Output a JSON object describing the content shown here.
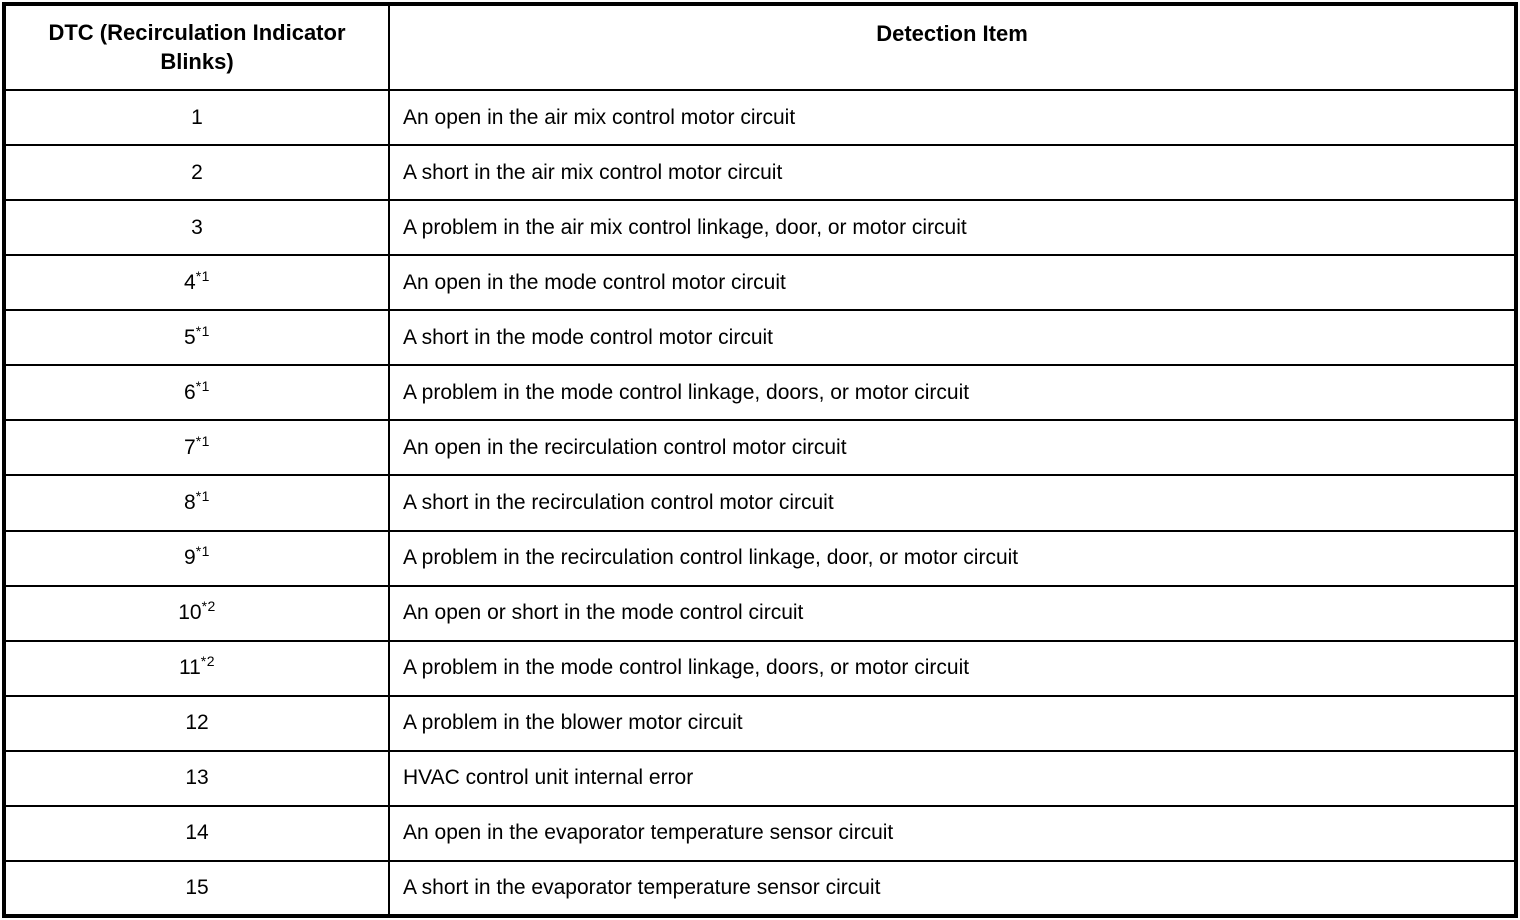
{
  "table": {
    "headers": [
      "DTC (Recirculation Indicator Blinks)",
      "Detection Item"
    ],
    "rows": [
      {
        "code": "1",
        "sup": "",
        "item": "An open in the air mix control motor circuit"
      },
      {
        "code": "2",
        "sup": "",
        "item": "A short in the air mix control motor circuit"
      },
      {
        "code": "3",
        "sup": "",
        "item": "A problem in the air mix control linkage, door, or motor circuit"
      },
      {
        "code": "4",
        "sup": "*1",
        "item": "An open in the mode control motor circuit"
      },
      {
        "code": "5",
        "sup": "*1",
        "item": "A short in the mode control motor circuit"
      },
      {
        "code": "6",
        "sup": "*1",
        "item": "A problem in the mode control linkage, doors, or motor circuit"
      },
      {
        "code": "7",
        "sup": "*1",
        "item": "An open in the recirculation control motor circuit"
      },
      {
        "code": "8",
        "sup": "*1",
        "item": "A short in the recirculation control motor circuit"
      },
      {
        "code": "9",
        "sup": "*1",
        "item": "A problem in the recirculation control linkage, door, or motor circuit"
      },
      {
        "code": "10",
        "sup": "*2",
        "item": "An open or short in the mode control circuit"
      },
      {
        "code": "11",
        "sup": "*2",
        "item": "A problem in the mode control linkage, doors, or motor circuit"
      },
      {
        "code": "12",
        "sup": "",
        "item": "A problem in the blower motor circuit"
      },
      {
        "code": "13",
        "sup": "",
        "item": "HVAC control unit internal error"
      },
      {
        "code": "14",
        "sup": "",
        "item": "An open in the evaporator temperature sensor circuit"
      },
      {
        "code": "15",
        "sup": "",
        "item": "A short in the evaporator temperature sensor circuit"
      }
    ],
    "colors": {
      "border": "#000000",
      "background": "#ffffff",
      "text": "#000000"
    }
  }
}
